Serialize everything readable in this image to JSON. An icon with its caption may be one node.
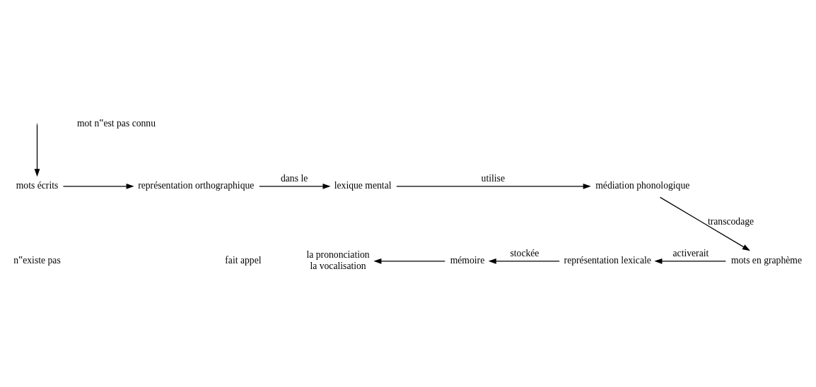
{
  "diagram": {
    "nodes": [
      {
        "text": [
          "mots écrits"
        ]
      },
      {
        "text": [
          "représentation orthographique"
        ]
      },
      {
        "text": [
          "lexique mental"
        ]
      },
      {
        "text": [
          "médiation phonologique"
        ]
      },
      {
        "text": [
          "mots en graphème"
        ]
      },
      {
        "text": [
          "représentation lexicale"
        ]
      },
      {
        "text": [
          "mémoire"
        ]
      },
      {
        "text": [
          "la prononciation",
          "la vocalisation"
        ]
      }
    ],
    "edges": [
      {
        "from": null,
        "to": 0,
        "arrow": "to"
      },
      {
        "from": 0,
        "to": 1,
        "arrow": "to"
      },
      {
        "from": 1,
        "to": 2,
        "arrow": "to",
        "label": "dans le"
      },
      {
        "from": 2,
        "to": 3,
        "arrow": "to",
        "label": "utilise"
      },
      {
        "from": 3,
        "to": 4,
        "arrow": "to",
        "label": "transcodage"
      },
      {
        "from": 4,
        "to": 5,
        "arrow": "to",
        "label": "activerait"
      },
      {
        "from": 5,
        "to": 6,
        "arrow": "to",
        "label": "stockée"
      },
      {
        "from": 6,
        "to": 7,
        "arrow": "to"
      }
    ],
    "labels": [
      "mot n‟est pas connu",
      "n‟existe pas",
      "fait appel"
    ]
  }
}
